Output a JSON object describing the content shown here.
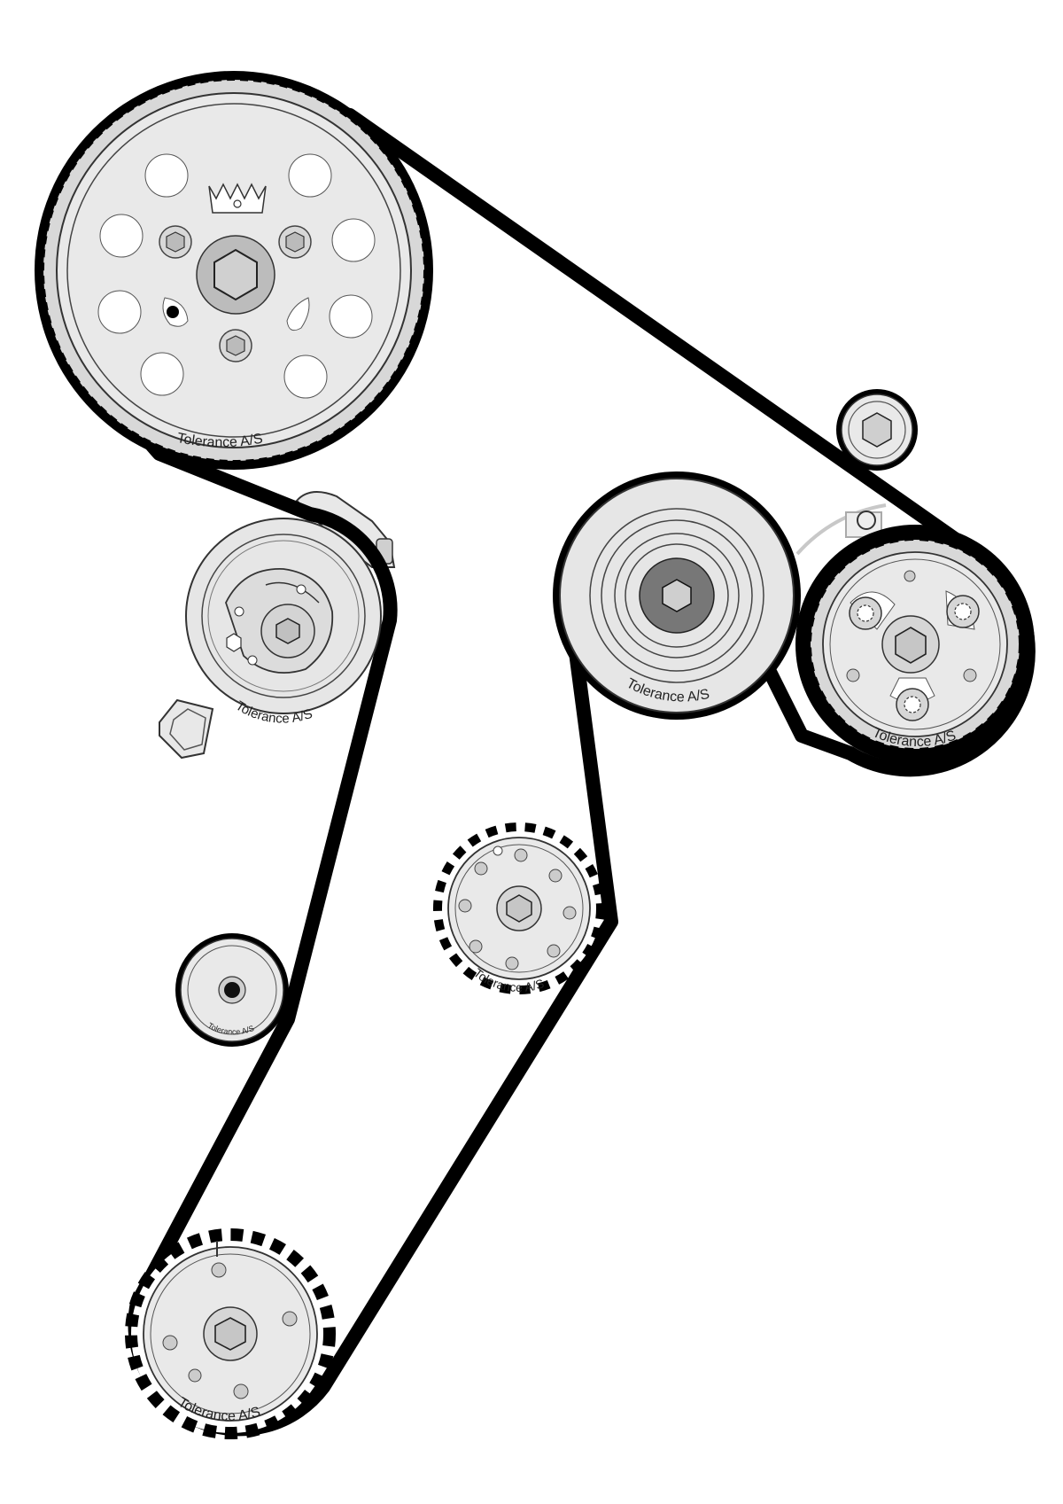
{
  "diagram": {
    "brand_label": "Tolerance A/S",
    "colors": {
      "belt": "#000000",
      "pulley_face": "#e6e6e6",
      "pulley_rim": "#d4d4d4",
      "hub": "#b8b8b8",
      "outline": "#333333",
      "hole": "#ffffff",
      "background": "#ffffff"
    },
    "components": [
      {
        "id": "camshaft-sprocket",
        "label": "Tolerance A/S",
        "mark": "crown-icon"
      },
      {
        "id": "tensioner-pulley",
        "label": "Tolerance A/S"
      },
      {
        "id": "idler-pulley-large",
        "label": "Tolerance A/S"
      },
      {
        "id": "injection-pump-sprocket",
        "label": "Tolerance A/S"
      },
      {
        "id": "water-pump-sprocket",
        "label": "Tolerance A/S"
      },
      {
        "id": "idler-pulley-small",
        "label": "Tolerance A/S"
      },
      {
        "id": "crankshaft-sprocket",
        "label": "Tolerance A/S"
      },
      {
        "id": "small-idler-top-right"
      }
    ]
  }
}
